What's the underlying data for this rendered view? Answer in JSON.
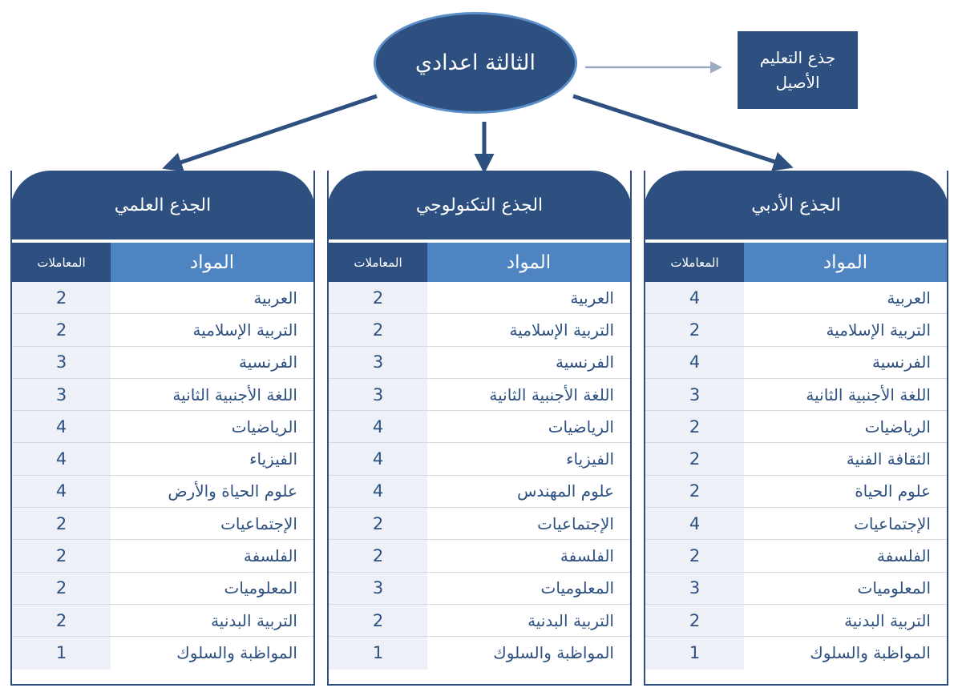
{
  "root": {
    "label": "الثالثة اعدادي"
  },
  "side_box": {
    "label": "جذع التعليم\nالأصيل"
  },
  "branches": [
    {
      "title": "الجذع العلمي",
      "subject_header": "المواد",
      "coef_header": "المعاملات",
      "rows": [
        {
          "subject": "العربية",
          "coef": "2"
        },
        {
          "subject": "التربية الإسلامية",
          "coef": "2"
        },
        {
          "subject": "الفرنسية",
          "coef": "3"
        },
        {
          "subject": "اللغة الأجنبية الثانية",
          "coef": "3"
        },
        {
          "subject": "الرياضيات",
          "coef": "4"
        },
        {
          "subject": "الفيزياء",
          "coef": "4"
        },
        {
          "subject": "علوم الحياة والأرض",
          "coef": "4"
        },
        {
          "subject": "الإجتماعيات",
          "coef": "2"
        },
        {
          "subject": "الفلسفة",
          "coef": "2"
        },
        {
          "subject": "المعلوميات",
          "coef": "2"
        },
        {
          "subject": "التربية البدنية",
          "coef": "2"
        },
        {
          "subject": "المواظبة والسلوك",
          "coef": "1"
        }
      ]
    },
    {
      "title": "الجذع التكنولوجي",
      "subject_header": "المواد",
      "coef_header": "المعاملات",
      "rows": [
        {
          "subject": "العربية",
          "coef": "2"
        },
        {
          "subject": "التربية الإسلامية",
          "coef": "2"
        },
        {
          "subject": "الفرنسية",
          "coef": "3"
        },
        {
          "subject": "اللغة الأجنبية الثانية",
          "coef": "3"
        },
        {
          "subject": "الرياضيات",
          "coef": "4"
        },
        {
          "subject": "الفيزياء",
          "coef": "4"
        },
        {
          "subject": "علوم المهندس",
          "coef": "4"
        },
        {
          "subject": "الإجتماعيات",
          "coef": "2"
        },
        {
          "subject": "الفلسفة",
          "coef": "2"
        },
        {
          "subject": "المعلوميات",
          "coef": "3"
        },
        {
          "subject": "التربية البدنية",
          "coef": "2"
        },
        {
          "subject": "المواظبة والسلوك",
          "coef": "1"
        }
      ]
    },
    {
      "title": "الجذع الأدبي",
      "subject_header": "المواد",
      "coef_header": "المعاملات",
      "rows": [
        {
          "subject": "العربية",
          "coef": "4"
        },
        {
          "subject": "التربية الإسلامية",
          "coef": "2"
        },
        {
          "subject": "الفرنسية",
          "coef": "4"
        },
        {
          "subject": "اللغة الأجنبية الثانية",
          "coef": "3"
        },
        {
          "subject": "الرياضيات",
          "coef": "2"
        },
        {
          "subject": "الثقافة الفنية",
          "coef": "2"
        },
        {
          "subject": "علوم الحياة",
          "coef": "2"
        },
        {
          "subject": "الإجتماعيات",
          "coef": "4"
        },
        {
          "subject": "الفلسفة",
          "coef": "2"
        },
        {
          "subject": "المعلوميات",
          "coef": "3"
        },
        {
          "subject": "التربية البدنية",
          "coef": "2"
        },
        {
          "subject": "المواظبة والسلوك",
          "coef": "1"
        }
      ]
    }
  ],
  "colors": {
    "primary": "#2d5081",
    "header_light": "#4f84c2",
    "cell_bg": "#edf1f7",
    "side_arrow": "#9aabbf"
  }
}
